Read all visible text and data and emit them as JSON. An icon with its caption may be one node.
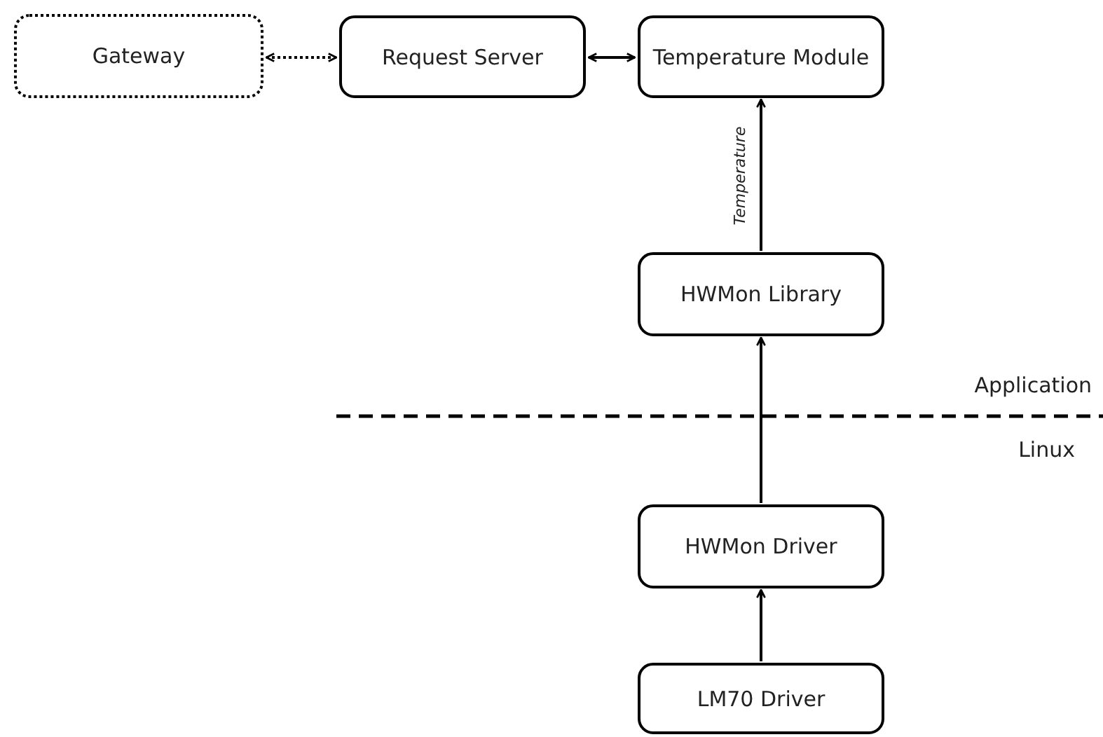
{
  "diagram": {
    "nodes": [
      {
        "text": [
          "Gateway"
        ]
      },
      {
        "text": [
          "Request Server"
        ]
      },
      {
        "text": [
          "Temperature Module"
        ]
      },
      {
        "text": [
          "HWMon Library"
        ]
      },
      {
        "text": [
          "HWMon Driver"
        ]
      },
      {
        "text": [
          "LM70 Driver"
        ]
      }
    ],
    "edges": [
      {
        "from": 0,
        "to": 1,
        "arrow": "both",
        "style": "dashed"
      },
      {
        "from": 1,
        "to": 2,
        "arrow": "both"
      },
      {
        "from": 3,
        "to": 2,
        "arrow": "to",
        "label": "Temperature"
      },
      {
        "from": 4,
        "to": 3,
        "arrow": "to"
      },
      {
        "from": 5,
        "to": 4,
        "arrow": "to"
      }
    ],
    "labels": [
      "Application",
      "Linux"
    ]
  }
}
